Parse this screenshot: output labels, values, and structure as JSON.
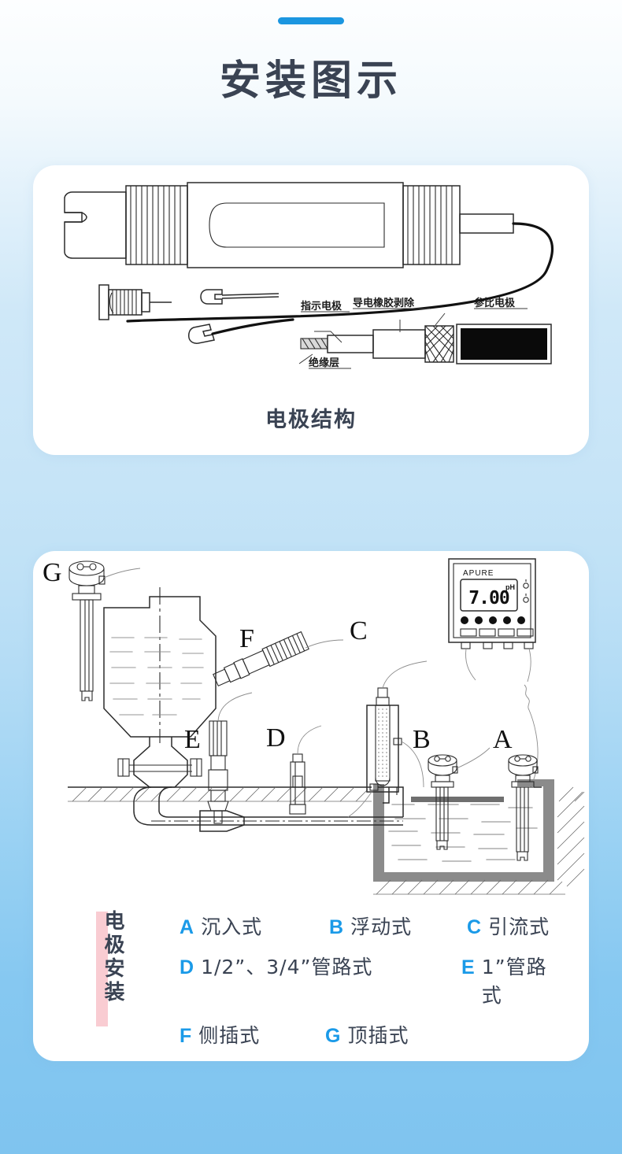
{
  "header": {
    "accent_color": "#1b96e0",
    "title": "安装图示"
  },
  "card_electrode": {
    "caption": "电极结构",
    "caption_highlight_color": "#f9ccd2",
    "labels": {
      "indicator_electrode": "指示电极",
      "conductive_rubber_removal": "导电橡胶剥除",
      "reference_electrode": "参比电极",
      "insulation_layer": "绝缘层"
    }
  },
  "card_install": {
    "controller": {
      "brand": "APURE",
      "reading": "7.00",
      "unit": "pH"
    },
    "markers": [
      "G",
      "F",
      "C",
      "E",
      "D",
      "B",
      "A"
    ],
    "legend": {
      "vertical_label": "电极安装",
      "highlight_color": "#f9ccd2",
      "key_color": "#1a9ae8",
      "rows": [
        [
          {
            "key": "A",
            "value": "沉入式"
          },
          {
            "key": "B",
            "value": "浮动式"
          },
          {
            "key": "C",
            "value": "引流式"
          }
        ],
        [
          {
            "key": "D",
            "value": "1/2”、3/4”管路式"
          },
          {
            "key": "E",
            "value": "1”管路式"
          }
        ],
        [
          {
            "key": "F",
            "value": "侧插式"
          },
          {
            "key": "G",
            "value": "顶插式"
          }
        ]
      ]
    }
  }
}
